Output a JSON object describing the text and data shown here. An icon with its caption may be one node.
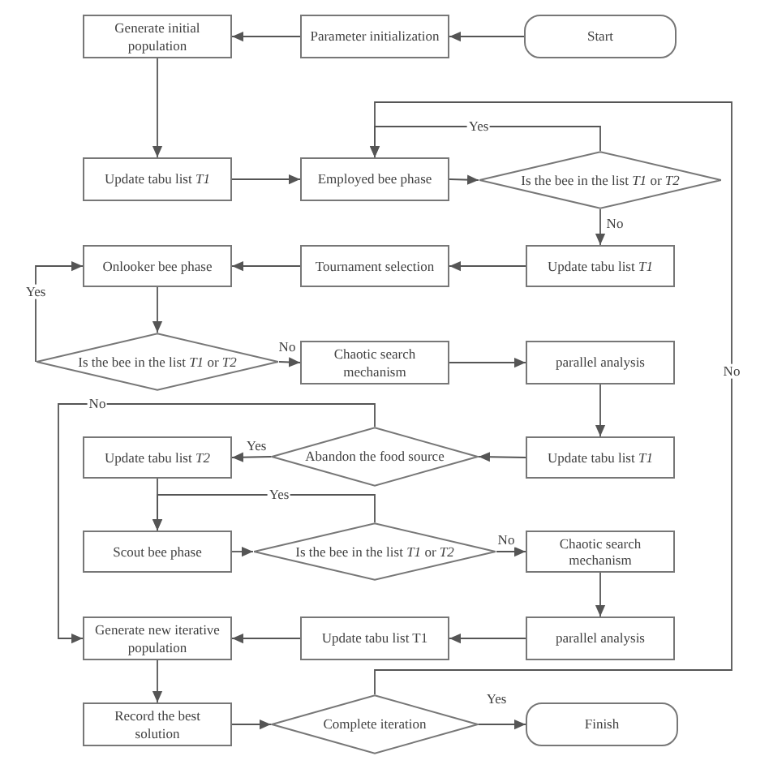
{
  "diagram": {
    "nodes": [
      {
        "text": [
          "Generate initial population"
        ]
      },
      {
        "text": [
          "Parameter initialization"
        ]
      },
      {
        "text": [
          "Start"
        ]
      },
      {
        "text": [
          "Update tabu list *T1*"
        ]
      },
      {
        "text": [
          "Employed bee phase"
        ]
      },
      {
        "text": [
          "Is the bee in the list *T1* or *T2*"
        ]
      },
      {
        "text": [
          "Onlooker bee phase"
        ]
      },
      {
        "text": [
          "Tournament selection"
        ]
      },
      {
        "text": [
          "Update tabu list *T1*"
        ]
      },
      {
        "text": [
          "Is the bee in the list *T1* or *T2*"
        ]
      },
      {
        "text": [
          "Chaotic search mechanism"
        ]
      },
      {
        "text": [
          "parallel analysis"
        ]
      },
      {
        "text": [
          "Update tabu list *T2*"
        ]
      },
      {
        "text": [
          "Abandon the food source"
        ]
      },
      {
        "text": [
          "Update tabu list *T1*"
        ]
      },
      {
        "text": [
          "Scout bee phase"
        ]
      },
      {
        "text": [
          "Is the bee in the list *T1* or *T2*"
        ]
      },
      {
        "text": [
          "Chaotic search mechanism"
        ]
      },
      {
        "text": [
          "Generate new iterative population"
        ]
      },
      {
        "text": [
          "Update tabu list T1"
        ]
      },
      {
        "text": [
          "parallel analysis"
        ]
      },
      {
        "text": [
          "Record the best solution"
        ]
      },
      {
        "text": [
          "Complete iteration"
        ]
      },
      {
        "text": [
          "Finish"
        ]
      }
    ],
    "edges": [
      {
        "from": 2,
        "to": 1,
        "arrow": "to"
      },
      {
        "from": 1,
        "to": 0,
        "arrow": "to"
      },
      {
        "from": 0,
        "to": 3,
        "arrow": "to"
      },
      {
        "from": 3,
        "to": 4,
        "arrow": "to"
      },
      {
        "from": 4,
        "to": 5,
        "arrow": "to"
      },
      {
        "from": 5,
        "to": 4,
        "arrow": "to",
        "label": "Yes"
      },
      {
        "from": 5,
        "to": 8,
        "arrow": "to",
        "label": "No"
      },
      {
        "from": 8,
        "to": 7,
        "arrow": "to"
      },
      {
        "from": 7,
        "to": 6,
        "arrow": "to"
      },
      {
        "from": 6,
        "to": 9,
        "arrow": "to"
      },
      {
        "from": 9,
        "to": 6,
        "arrow": "to",
        "label": "Yes"
      },
      {
        "from": 9,
        "to": 10,
        "arrow": "to",
        "label": "No"
      },
      {
        "from": 10,
        "to": 11,
        "arrow": "to"
      },
      {
        "from": 11,
        "to": 14,
        "arrow": "to"
      },
      {
        "from": 14,
        "to": 13,
        "arrow": "to"
      },
      {
        "from": 13,
        "to": 12,
        "arrow": "to",
        "label": "Yes"
      },
      {
        "from": 13,
        "to": 18,
        "arrow": "to",
        "label": "No"
      },
      {
        "from": 12,
        "to": 15,
        "arrow": "to"
      },
      {
        "from": 15,
        "to": 16,
        "arrow": "to"
      },
      {
        "from": 16,
        "to": 15,
        "arrow": "to",
        "label": "Yes"
      },
      {
        "from": 16,
        "to": 17,
        "arrow": "to",
        "label": "No"
      },
      {
        "from": 17,
        "to": 20,
        "arrow": "to"
      },
      {
        "from": 20,
        "to": 19,
        "arrow": "to"
      },
      {
        "from": 19,
        "to": 18,
        "arrow": "to"
      },
      {
        "from": 18,
        "to": 21,
        "arrow": "to"
      },
      {
        "from": 21,
        "to": 22,
        "arrow": "to"
      },
      {
        "from": 22,
        "to": 23,
        "arrow": "to",
        "label": "Yes"
      },
      {
        "from": 22,
        "to": 4,
        "arrow": "to",
        "label": "No"
      }
    ]
  }
}
